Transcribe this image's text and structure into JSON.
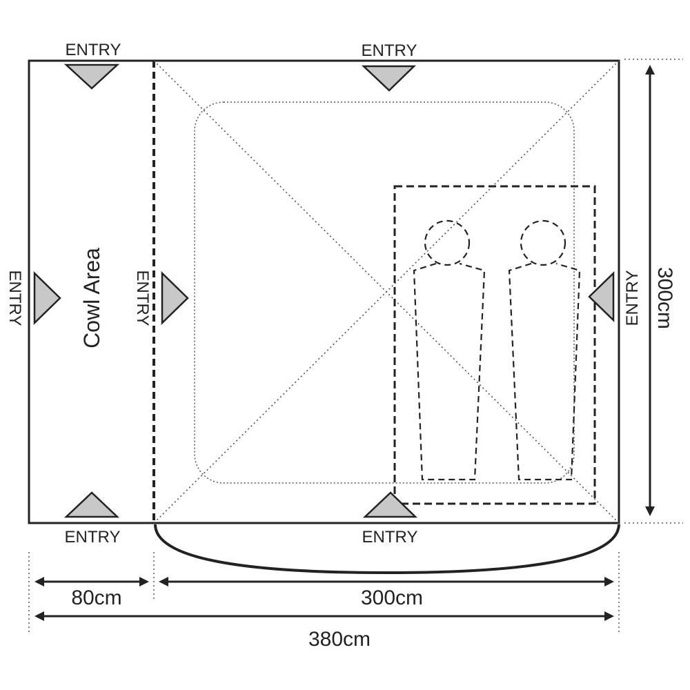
{
  "colors": {
    "stroke": "#222222",
    "marker_fill": "#c8c8c8",
    "background": "#ffffff"
  },
  "labels": {
    "entry": "ENTRY",
    "cowl_area": "Cowl Area"
  },
  "dimensions": {
    "cowl_width": "80cm",
    "inner_width": "300cm",
    "total_width": "380cm",
    "depth": "300cm"
  }
}
